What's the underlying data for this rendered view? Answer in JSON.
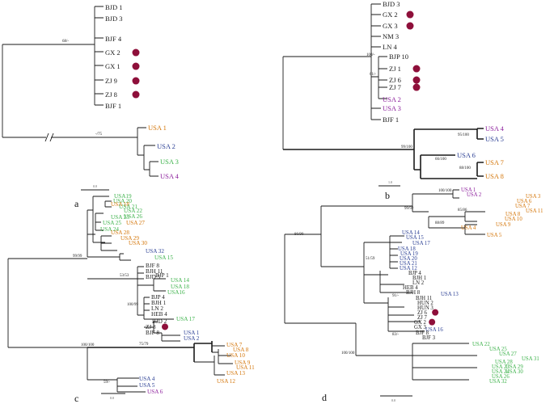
{
  "colors": {
    "black": "#1a1a1a",
    "orange": "#d4760a",
    "blue": "#2b3f94",
    "green": "#3cb24a",
    "purple": "#8c1f9c",
    "dot": "#8e0f3a"
  },
  "panels": {
    "a": {
      "label": "a",
      "scale": "0.0",
      "supports": [
        "68/-",
        "-/75"
      ],
      "taxa": [
        {
          "name": "BJD 1",
          "color": "black",
          "dot": false
        },
        {
          "name": "BJD 3",
          "color": "black",
          "dot": false
        },
        {
          "name": "BJF 4",
          "color": "black",
          "dot": false
        },
        {
          "name": "GX 2",
          "color": "black",
          "dot": true
        },
        {
          "name": "GX 1",
          "color": "black",
          "dot": true
        },
        {
          "name": "ZJ 9",
          "color": "black",
          "dot": true
        },
        {
          "name": "ZJ 8",
          "color": "black",
          "dot": true
        },
        {
          "name": "BJF 1",
          "color": "black",
          "dot": false
        },
        {
          "name": "USA 1",
          "color": "orange",
          "dot": false
        },
        {
          "name": "USA 2",
          "color": "blue",
          "dot": false
        },
        {
          "name": "USA 3",
          "color": "green",
          "dot": false
        },
        {
          "name": "USA 4",
          "color": "purple",
          "dot": false
        }
      ]
    },
    "b": {
      "label": "b",
      "scale": "1.0",
      "supports": [
        "100/-",
        "61/-",
        "95/100",
        "99/100",
        "66/100",
        "88/100"
      ],
      "taxa": [
        {
          "name": "BJD 3",
          "color": "black",
          "dot": false
        },
        {
          "name": "GX 2",
          "color": "black",
          "dot": true
        },
        {
          "name": "GX 3",
          "color": "black",
          "dot": true
        },
        {
          "name": "NM 3",
          "color": "black",
          "dot": false
        },
        {
          "name": "LN 4",
          "color": "black",
          "dot": false
        },
        {
          "name": "BJP 10",
          "color": "black",
          "dot": false
        },
        {
          "name": "ZJ 1",
          "color": "black",
          "dot": true
        },
        {
          "name": "ZJ 6",
          "color": "black",
          "dot": true
        },
        {
          "name": "ZJ 7",
          "color": "black",
          "dot": true
        },
        {
          "name": "USA 2",
          "color": "purple",
          "dot": false
        },
        {
          "name": "USA 3",
          "color": "purple",
          "dot": false
        },
        {
          "name": "BJF 1",
          "color": "black",
          "dot": false
        },
        {
          "name": "USA 4",
          "color": "purple",
          "dot": false
        },
        {
          "name": "USA 5",
          "color": "blue",
          "dot": false
        },
        {
          "name": "USA 6",
          "color": "blue",
          "dot": false
        },
        {
          "name": "USA 7",
          "color": "orange",
          "dot": false
        },
        {
          "name": "USA 8",
          "color": "orange",
          "dot": false
        }
      ]
    },
    "c": {
      "label": "c",
      "scale": "0.0",
      "supports": [
        "99/99",
        "53/53",
        "100/99",
        "75/79",
        "100/100",
        "59/-"
      ],
      "taxa": [
        {
          "name": "USA19",
          "color": "green",
          "dot": false
        },
        {
          "name": "USA 20",
          "color": "green",
          "dot": false
        },
        {
          "name": "USA 18",
          "color": "orange",
          "dot": false
        },
        {
          "name": "USA 21",
          "color": "green",
          "dot": false
        },
        {
          "name": "USA 22",
          "color": "green",
          "dot": false
        },
        {
          "name": "USA 26",
          "color": "green",
          "dot": false
        },
        {
          "name": "USA 23",
          "color": "green",
          "dot": false
        },
        {
          "name": "USA 27",
          "color": "orange",
          "dot": false
        },
        {
          "name": "USA 25",
          "color": "green",
          "dot": false
        },
        {
          "name": "USA 24",
          "color": "green",
          "dot": false
        },
        {
          "name": "USA 28",
          "color": "orange",
          "dot": false
        },
        {
          "name": "USA 29",
          "color": "orange",
          "dot": false
        },
        {
          "name": "USA 30",
          "color": "orange",
          "dot": false
        },
        {
          "name": "USA 32",
          "color": "blue",
          "dot": false
        },
        {
          "name": "USA 15",
          "color": "green",
          "dot": false
        },
        {
          "name": "BJF 8",
          "color": "black",
          "dot": false
        },
        {
          "name": "BJH 11",
          "color": "black",
          "dot": false
        },
        {
          "name": "BJD 5",
          "color": "black",
          "dot": false
        },
        {
          "name": "BJP 1",
          "color": "black",
          "dot": false
        },
        {
          "name": "USA 14",
          "color": "green",
          "dot": false
        },
        {
          "name": "USA 18",
          "color": "green",
          "dot": false
        },
        {
          "name": "USA16",
          "color": "green",
          "dot": false
        },
        {
          "name": "BJP 4",
          "color": "black",
          "dot": false
        },
        {
          "name": "BJH 1",
          "color": "black",
          "dot": false
        },
        {
          "name": "LN 2",
          "color": "black",
          "dot": false
        },
        {
          "name": "HEB 4",
          "color": "black",
          "dot": false
        },
        {
          "name": "USA 17",
          "color": "green",
          "dot": false
        },
        {
          "name": "BJD 2",
          "color": "black",
          "dot": false
        },
        {
          "name": "ZJ 8",
          "color": "black",
          "dot": true
        },
        {
          "name": "BJF 8",
          "color": "black",
          "dot": false
        },
        {
          "name": "USA 1",
          "color": "blue",
          "dot": false
        },
        {
          "name": "USA 2",
          "color": "blue",
          "dot": false
        },
        {
          "name": "USA 7",
          "color": "orange",
          "dot": false
        },
        {
          "name": "USA 8",
          "color": "orange",
          "dot": false
        },
        {
          "name": "USA 10",
          "color": "orange",
          "dot": false
        },
        {
          "name": "USA 9",
          "color": "orange",
          "dot": false
        },
        {
          "name": "USA 11",
          "color": "orange",
          "dot": false
        },
        {
          "name": "USA 13",
          "color": "orange",
          "dot": false
        },
        {
          "name": "USA 12",
          "color": "orange",
          "dot": false
        },
        {
          "name": "USA 4",
          "color": "blue",
          "dot": false
        },
        {
          "name": "USA 5",
          "color": "blue",
          "dot": false
        },
        {
          "name": "USA 6",
          "color": "purple",
          "dot": false
        }
      ]
    },
    "d": {
      "label": "d",
      "scale": "0.0",
      "supports": [
        "100/100",
        "99/92",
        "85/86",
        "88/89",
        "86/90",
        "51/59",
        "91/-",
        "83/-",
        "100/100"
      ],
      "taxa": [
        {
          "name": "USA 1",
          "color": "purple",
          "dot": false
        },
        {
          "name": "USA 2",
          "color": "purple",
          "dot": false
        },
        {
          "name": "USA 3",
          "color": "orange",
          "dot": false
        },
        {
          "name": "USA 6",
          "color": "orange",
          "dot": false
        },
        {
          "name": "USA 7",
          "color": "orange",
          "dot": false
        },
        {
          "name": "USA 11",
          "color": "orange",
          "dot": false
        },
        {
          "name": "USA 8",
          "color": "orange",
          "dot": false
        },
        {
          "name": "USA 10",
          "color": "orange",
          "dot": false
        },
        {
          "name": "USA 9",
          "color": "orange",
          "dot": false
        },
        {
          "name": "USA 4",
          "color": "orange",
          "dot": false
        },
        {
          "name": "USA 5",
          "color": "orange",
          "dot": false
        },
        {
          "name": "USA 14",
          "color": "blue",
          "dot": false
        },
        {
          "name": "USA 15",
          "color": "blue",
          "dot": false
        },
        {
          "name": "USA 17",
          "color": "blue",
          "dot": false
        },
        {
          "name": "USA 18",
          "color": "blue",
          "dot": false
        },
        {
          "name": "USA 19",
          "color": "blue",
          "dot": false
        },
        {
          "name": "USA 20",
          "color": "blue",
          "dot": false
        },
        {
          "name": "USA 21",
          "color": "blue",
          "dot": false
        },
        {
          "name": "USA 12",
          "color": "blue",
          "dot": false
        },
        {
          "name": "BJP 4",
          "color": "black",
          "dot": false
        },
        {
          "name": "BJH 1",
          "color": "black",
          "dot": false
        },
        {
          "name": "LN 2",
          "color": "black",
          "dot": false
        },
        {
          "name": "HEB 4",
          "color": "black",
          "dot": false
        },
        {
          "name": "BJH 8",
          "color": "black",
          "dot": false
        },
        {
          "name": "USA 13",
          "color": "blue",
          "dot": false
        },
        {
          "name": "BJH 11",
          "color": "black",
          "dot": false
        },
        {
          "name": "HUN 2",
          "color": "black",
          "dot": false
        },
        {
          "name": "HUN 3",
          "color": "black",
          "dot": false
        },
        {
          "name": "ZJ 6",
          "color": "black",
          "dot": true
        },
        {
          "name": "ZJ 7",
          "color": "black",
          "dot": false
        },
        {
          "name": "GX 2",
          "color": "black",
          "dot": true
        },
        {
          "name": "GX 3",
          "color": "black",
          "dot": false
        },
        {
          "name": "USA 16",
          "color": "blue",
          "dot": false
        },
        {
          "name": "BJF 8",
          "color": "black",
          "dot": false
        },
        {
          "name": "BJF 3",
          "color": "black",
          "dot": false
        },
        {
          "name": "USA 22",
          "color": "green",
          "dot": false
        },
        {
          "name": "USA 25",
          "color": "green",
          "dot": false
        },
        {
          "name": "USA 27",
          "color": "green",
          "dot": false
        },
        {
          "name": "USA 31",
          "color": "green",
          "dot": false
        },
        {
          "name": "USA 28",
          "color": "green",
          "dot": false
        },
        {
          "name": "USA 29",
          "color": "green",
          "dot": false
        },
        {
          "name": "USA 30",
          "color": "green",
          "dot": false
        },
        {
          "name": "USA 23",
          "color": "green",
          "dot": false
        },
        {
          "name": "USA 24",
          "color": "green",
          "dot": false
        },
        {
          "name": "USA 26",
          "color": "green",
          "dot": false
        },
        {
          "name": "USA 32",
          "color": "green",
          "dot": false
        }
      ]
    }
  }
}
